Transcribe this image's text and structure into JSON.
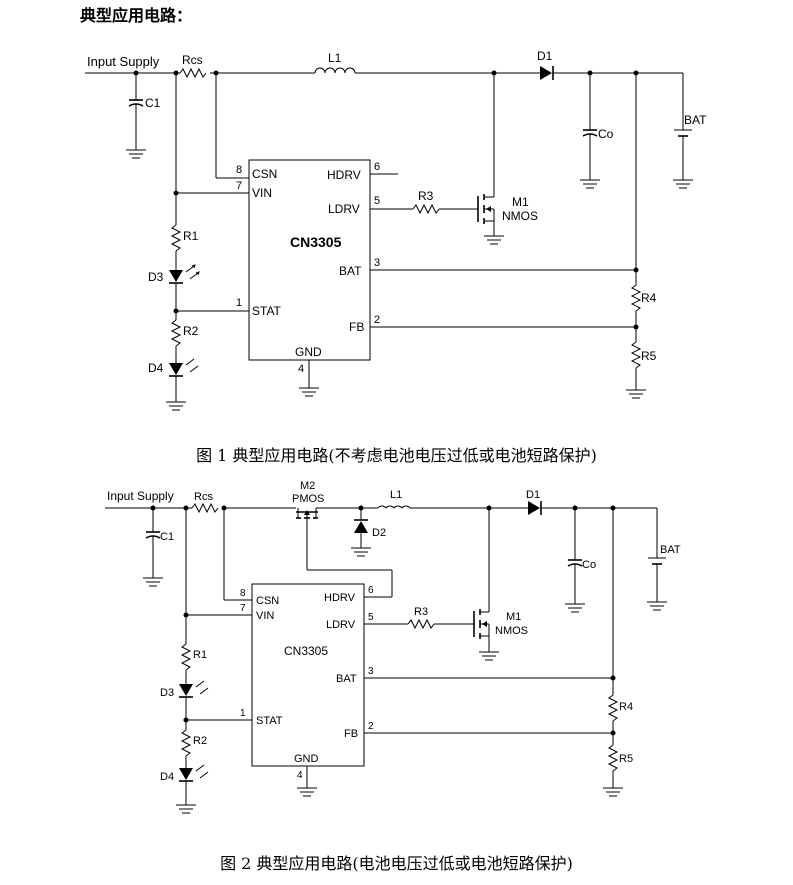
{
  "heading": "典型应用电路：",
  "figure1": {
    "caption": "图 1    典型应用电路(不考虑电池电压过低或电池短路保护)",
    "ic_name": "CN3305",
    "input_label": "Input Supply",
    "pins": {
      "csn": "CSN",
      "csn_num": "8",
      "vin": "VIN",
      "vin_num": "7",
      "stat": "STAT",
      "stat_num": "1",
      "hdrv": "HDRV",
      "hdrv_num": "6",
      "ldrv": "LDRV",
      "ldrv_num": "5",
      "bat": "BAT",
      "bat_num": "3",
      "fb": "FB",
      "fb_num": "2",
      "gnd": "GND",
      "gnd_num": "4"
    },
    "components": {
      "rcs": "Rcs",
      "c1": "C1",
      "l1": "L1",
      "d1": "D1",
      "co": "Co",
      "battery": "BAT",
      "r1": "R1",
      "d3": "D3",
      "r2": "R2",
      "d4": "D4",
      "r3": "R3",
      "m1": "M1",
      "m1_type": "NMOS",
      "r4": "R4",
      "r5": "R5"
    }
  },
  "figure2": {
    "caption": "图 2    典型应用电路(电池电压过低或电池短路保护)",
    "ic_name": "CN3305",
    "input_label": "Input Supply",
    "pins": {
      "csn": "CSN",
      "csn_num": "8",
      "vin": "VIN",
      "vin_num": "7",
      "stat": "STAT",
      "stat_num": "1",
      "hdrv": "HDRV",
      "hdrv_num": "6",
      "ldrv": "LDRV",
      "ldrv_num": "5",
      "bat": "BAT",
      "bat_num": "3",
      "fb": "FB",
      "fb_num": "2",
      "gnd": "GND",
      "gnd_num": "4"
    },
    "components": {
      "rcs": "Rcs",
      "c1": "C1",
      "m2": "M2",
      "m2_type": "PMOS",
      "d2": "D2",
      "l1": "L1",
      "d1": "D1",
      "co": "Co",
      "battery": "BAT",
      "r1": "R1",
      "d3": "D3",
      "r2": "R2",
      "d4": "D4",
      "r3": "R3",
      "m1": "M1",
      "m1_type": "NMOS",
      "r4": "R4",
      "r5": "R5"
    }
  }
}
